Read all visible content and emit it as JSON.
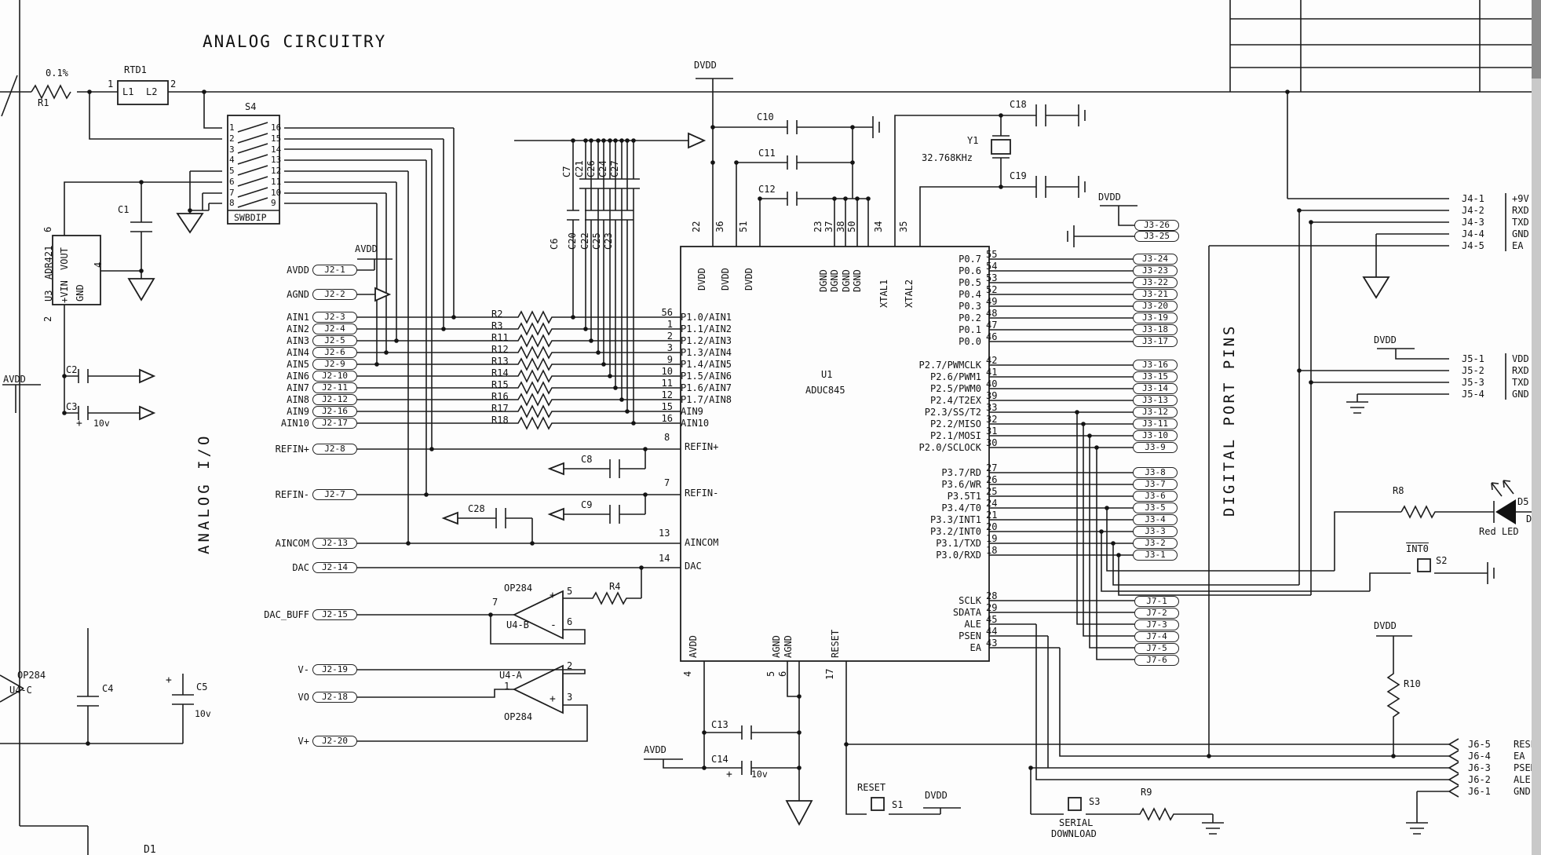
{
  "title": "ANALOG CIRCUITRY",
  "sections": {
    "analog_io": "ANALOG I/O",
    "digital_port_pins": "DIGITAL PORT PINS"
  },
  "nets": {
    "dvdd": "DVDD",
    "avdd": "AVDD"
  },
  "sym": {
    "plus": "+",
    "minus": "-"
  },
  "r1": {
    "ref": "R1",
    "tol": "0.1%"
  },
  "rtd1": {
    "ref": "RTD1",
    "l1": "L1",
    "l2": "L2",
    "p1": "1",
    "p2": "2"
  },
  "s4": {
    "ref": "S4",
    "type": "SWBDIP",
    "left": [
      "1",
      "2",
      "3",
      "4",
      "5",
      "6",
      "7",
      "8"
    ],
    "right": [
      "16",
      "15",
      "14",
      "13",
      "12",
      "11",
      "10",
      "9"
    ]
  },
  "u3": {
    "ref": "U3",
    "part": "ADR421",
    "vin": "+VIN",
    "vout": "VOUT",
    "gnd": "GND",
    "n6": "6",
    "n2": "2",
    "n4": "4"
  },
  "u4": {
    "part": "OP284",
    "b": {
      "ref": "U4-B",
      "out": "7",
      "inp": "5",
      "inm": "6"
    },
    "a": {
      "ref": "U4-A",
      "out": "1",
      "inm": "2",
      "inp": "3"
    },
    "c": {
      "ref": "U4-C"
    }
  },
  "y1": {
    "ref": "Y1",
    "freq": "32.768KHz"
  },
  "r4": "R4",
  "r8": "R8",
  "r9": "R9",
  "r10": "R10",
  "d5": {
    "ref": "D5",
    "partial": "D",
    "desc": "Red LED"
  },
  "s1": {
    "ref": "S1",
    "label": "RESET"
  },
  "s2": {
    "ref": "S2",
    "label": "INT0"
  },
  "s3": {
    "ref": "S3",
    "line1": "SERIAL",
    "line2": "DOWNLOAD"
  },
  "d1": "D1",
  "caps": {
    "c1": "C1",
    "c2": "C2",
    "c3": "C3",
    "c3_v": "10v",
    "c4": "C4",
    "c5": "C5",
    "c5_v": "10v",
    "c8": "C8",
    "c9": "C9",
    "c28": "C28",
    "c10": "C10",
    "c11": "C11",
    "c12": "C12",
    "c13": "C13",
    "c14": "C14",
    "c14_v": "10v",
    "c18": "C18",
    "c19": "C19",
    "bank_top": [
      "C7",
      "C21",
      "C26",
      "C24",
      "C27"
    ],
    "bank_bottom": [
      "C6",
      "C20",
      "C22",
      "C25",
      "C23"
    ]
  },
  "resistor_labels": [
    "R2",
    "R3",
    "R11",
    "R12",
    "R13",
    "R14",
    "R15",
    "R16",
    "R17",
    "R18"
  ],
  "j2": {
    "ain_rows": [
      {
        "signal": "AIN1",
        "pin": "J2-3"
      },
      {
        "signal": "AIN2",
        "pin": "J2-4"
      },
      {
        "signal": "AIN3",
        "pin": "J2-5"
      },
      {
        "signal": "AIN4",
        "pin": "J2-6"
      },
      {
        "signal": "AIN5",
        "pin": "J2-9"
      },
      {
        "signal": "AIN6",
        "pin": "J2-10"
      },
      {
        "signal": "AIN7",
        "pin": "J2-11"
      },
      {
        "signal": "AIN8",
        "pin": "J2-12"
      },
      {
        "signal": "AIN9",
        "pin": "J2-16"
      },
      {
        "signal": "AIN10",
        "pin": "J2-17"
      }
    ],
    "misc": {
      "avdd": {
        "signal": "AVDD",
        "pin": "J2-1"
      },
      "agnd": {
        "signal": "AGND",
        "pin": "J2-2"
      },
      "refinp": {
        "signal": "REFIN+",
        "pin": "J2-8"
      },
      "refinm": {
        "signal": "REFIN-",
        "pin": "J2-7"
      },
      "aincom": {
        "signal": "AINCOM",
        "pin": "J2-13"
      },
      "dac": {
        "signal": "DAC",
        "pin": "J2-14"
      },
      "dac_buff": {
        "signal": "DAC_BUFF",
        "pin": "J2-15"
      },
      "vminus": {
        "signal": "V-",
        "pin": "J2-19"
      },
      "vo": {
        "signal": "VO",
        "pin": "J2-18"
      },
      "vplus": {
        "signal": "V+",
        "pin": "J2-20"
      }
    }
  },
  "u1": {
    "ref": "U1",
    "part": "ADUC845",
    "left_rows": [
      {
        "num": "56",
        "label": "P1.0/AIN1"
      },
      {
        "num": "1",
        "label": "P1.1/AIN2"
      },
      {
        "num": "2",
        "label": "P1.2/AIN3"
      },
      {
        "num": "3",
        "label": "P1.3/AIN4"
      },
      {
        "num": "9",
        "label": "P1.4/AIN5"
      },
      {
        "num": "10",
        "label": "P1.5/AIN6"
      },
      {
        "num": "11",
        "label": "P1.6/AIN7"
      },
      {
        "num": "12",
        "label": "P1.7/AIN8"
      },
      {
        "num": "15",
        "label": "AIN9"
      },
      {
        "num": "16",
        "label": "AIN10"
      }
    ],
    "refinp": {
      "num": "8",
      "label": "REFIN+"
    },
    "refinm": {
      "num": "7",
      "label": "REFIN-"
    },
    "aincom": {
      "num": "13",
      "label": "AINCOM"
    },
    "dac": {
      "num": "14",
      "label": "DAC"
    },
    "top_pins": [
      {
        "num": "22",
        "label": "DVDD"
      },
      {
        "num": "36",
        "label": "DVDD"
      },
      {
        "num": "51",
        "label": "DVDD"
      },
      {
        "num": "23",
        "label": "DGND"
      },
      {
        "num": "37",
        "label": "DGND"
      },
      {
        "num": "38",
        "label": "DGND"
      },
      {
        "num": "50",
        "label": "DGND"
      },
      {
        "num": "34",
        "label": "XTAL1"
      },
      {
        "num": "35",
        "label": "XTAL2"
      }
    ],
    "bottom_pins": [
      {
        "num": "4",
        "label": "AVDD"
      },
      {
        "num": "5",
        "label": "AGND"
      },
      {
        "num": "6",
        "label": "AGND"
      },
      {
        "num": "17",
        "label": "RESET"
      }
    ],
    "p0_rows": [
      {
        "label": "P0.7",
        "num": "55",
        "conn": "J3-24"
      },
      {
        "label": "P0.6",
        "num": "54",
        "conn": "J3-23"
      },
      {
        "label": "P0.5",
        "num": "53",
        "conn": "J3-22"
      },
      {
        "label": "P0.4",
        "num": "52",
        "conn": "J3-21"
      },
      {
        "label": "P0.3",
        "num": "49",
        "conn": "J3-20"
      },
      {
        "label": "P0.2",
        "num": "48",
        "conn": "J3-19"
      },
      {
        "label": "P0.1",
        "num": "47",
        "conn": "J3-18"
      },
      {
        "label": "P0.0",
        "num": "46",
        "conn": "J3-17"
      }
    ],
    "p2_rows": [
      {
        "label": "P2.7/PWMCLK",
        "num": "42",
        "conn": "J3-16"
      },
      {
        "label": "P2.6/PWM1",
        "num": "41",
        "conn": "J3-15"
      },
      {
        "label": "P2.5/PWM0",
        "num": "40",
        "conn": "J3-14"
      },
      {
        "label": "P2.4/T2EX",
        "num": "39",
        "conn": "J3-13"
      },
      {
        "label": "P2.3/SS/T2",
        "num": "33",
        "conn": "J3-12"
      },
      {
        "label": "P2.2/MISO",
        "num": "32",
        "conn": "J3-11"
      },
      {
        "label": "P2.1/MOSI",
        "num": "31",
        "conn": "J3-10"
      },
      {
        "label": "P2.0/SCLOCK",
        "num": "30",
        "conn": "J3-9"
      }
    ],
    "p3_rows": [
      {
        "label": "P3.7/RD",
        "num": "27",
        "conn": "J3-8"
      },
      {
        "label": "P3.6/WR",
        "num": "26",
        "conn": "J3-7"
      },
      {
        "label": "P3.5T1",
        "num": "25",
        "conn": "J3-6"
      },
      {
        "label": "P3.4/T0",
        "num": "24",
        "conn": "J3-5"
      },
      {
        "label": "P3.3/INT1",
        "num": "21",
        "conn": "J3-4"
      },
      {
        "label": "P3.2/INT0",
        "num": "20",
        "conn": "J3-3"
      },
      {
        "label": "P3.1/TXD",
        "num": "19",
        "conn": "J3-2"
      },
      {
        "label": "P3.0/RXD",
        "num": "18",
        "conn": "J3-1"
      }
    ],
    "bus_rows": [
      {
        "label": "SCLK",
        "num": "28"
      },
      {
        "label": "SDATA",
        "num": "29"
      },
      {
        "label": "ALE",
        "num": "45"
      },
      {
        "label": "PSEN",
        "num": "44"
      },
      {
        "label": "EA",
        "num": "43"
      }
    ]
  },
  "j3_top": {
    "dvdd_pin": "J3-26",
    "gnd_pin": "J3-25"
  },
  "j7": [
    {
      "pin": "J7-1"
    },
    {
      "pin": "J7-2"
    },
    {
      "pin": "J7-3"
    },
    {
      "pin": "J7-4"
    },
    {
      "pin": "J7-5"
    },
    {
      "pin": "J7-6"
    }
  ],
  "j4": [
    {
      "pin": "J4-1",
      "signal": "+9V"
    },
    {
      "pin": "J4-2",
      "signal": "RXD"
    },
    {
      "pin": "J4-3",
      "signal": "TXD"
    },
    {
      "pin": "J4-4",
      "signal": "GND"
    },
    {
      "pin": "J4-5",
      "signal": "EA"
    }
  ],
  "j5": [
    {
      "pin": "J5-1",
      "signal": "VDD"
    },
    {
      "pin": "J5-2",
      "signal": "RXD"
    },
    {
      "pin": "J5-3",
      "signal": "TXD"
    },
    {
      "pin": "J5-4",
      "signal": "GND"
    }
  ],
  "j6": [
    {
      "pin": "J6-5",
      "signal": "RESET"
    },
    {
      "pin": "J6-4",
      "signal": "EA"
    },
    {
      "pin": "J6-3",
      "signal": "PSEN"
    },
    {
      "pin": "J6-2",
      "signal": "ALE"
    },
    {
      "pin": "J6-1",
      "signal": "GND"
    }
  ]
}
